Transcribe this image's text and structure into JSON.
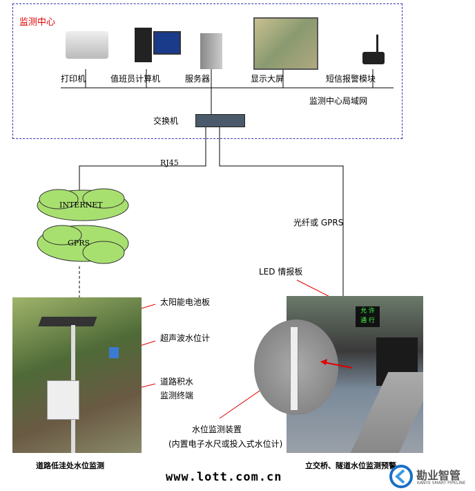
{
  "center": {
    "title": "监测中心",
    "lan_label": "监测中心局域网",
    "switch_label": "交换机"
  },
  "devices": [
    {
      "label": "打印机"
    },
    {
      "label": "值班员计算机"
    },
    {
      "label": "服务器"
    },
    {
      "label": "显示大屏"
    },
    {
      "label": "短信报警模块"
    }
  ],
  "links": {
    "rj45": "RJ45",
    "fiber": "光纤或 GPRS"
  },
  "clouds": {
    "internet": "INTERNET",
    "gprs": "GPRS"
  },
  "left_site": {
    "solar": "太阳能电池板",
    "ultrasonic": "超声波水位计",
    "terminal_1": "道路积水",
    "terminal_2": "监测终端",
    "caption": "道路低洼处水位监测"
  },
  "right_site": {
    "led": "LED 情报板",
    "led_sign_1": "允 许",
    "led_sign_2": "通 行",
    "device": "水位监测装置",
    "device_note": "(内置电子水尺或投入式水位计)",
    "caption": "立交桥、隧道水位监测预警"
  },
  "footer": {
    "url": "www.lott.com.cn",
    "logo_cn": "勘业智管",
    "logo_en": "KANYE SMART PIPELINE"
  },
  "colors": {
    "title": "#e00000",
    "leader": "#e00000",
    "dash": "#3030b0",
    "cloud": "#a8e070"
  }
}
